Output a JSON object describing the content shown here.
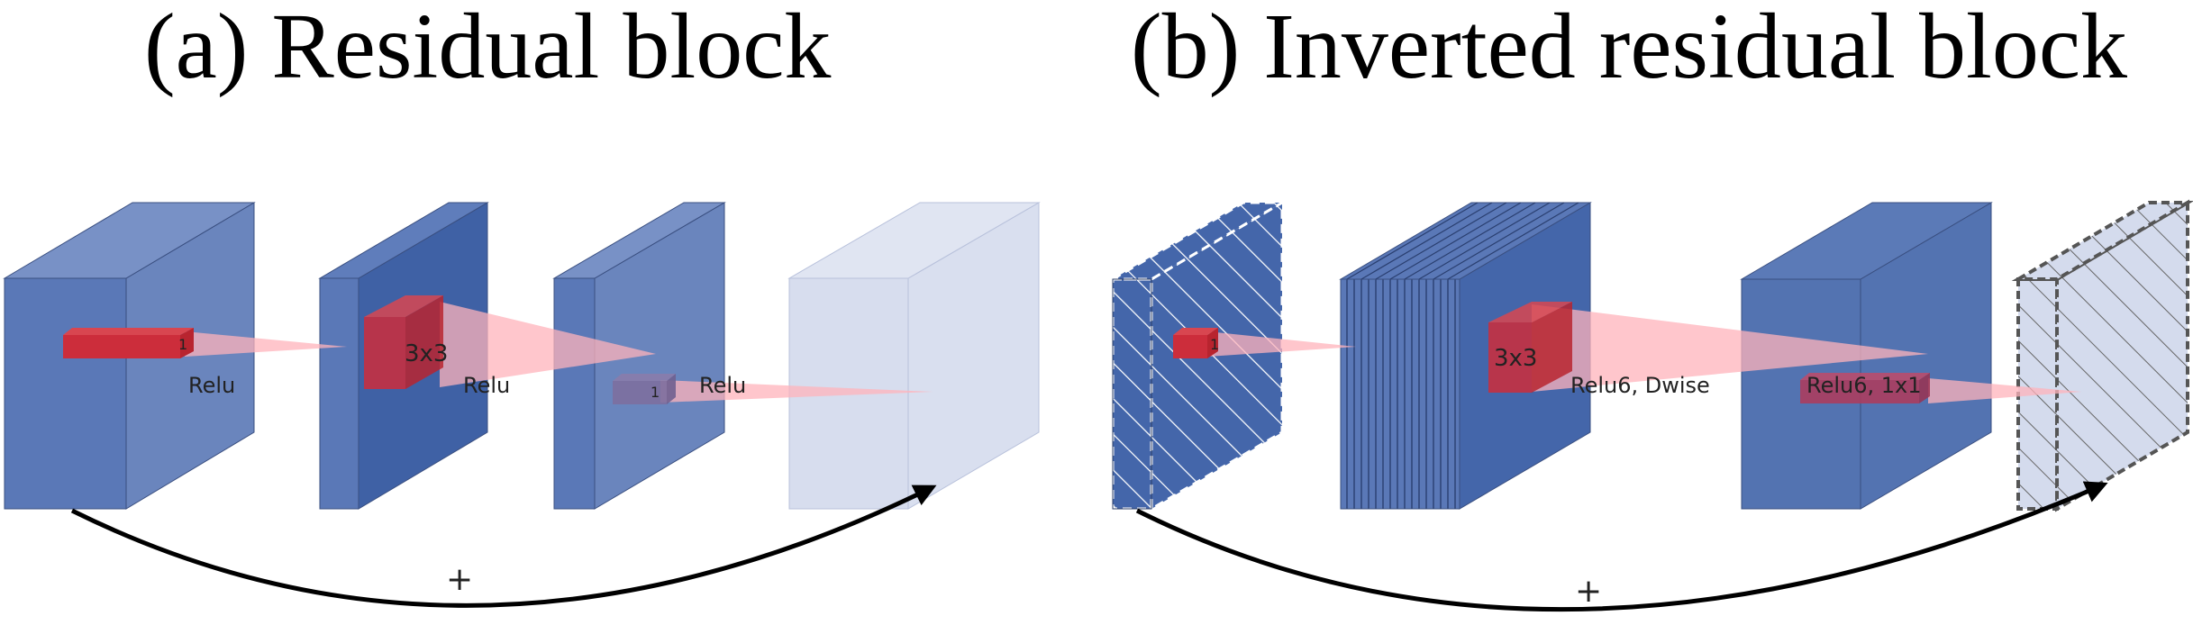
{
  "titles": {
    "a": "(a) Residual block",
    "b": "(b) Inverted residual block"
  },
  "labels": {
    "relu_1": "Relu",
    "relu_2": "Relu",
    "relu_3": "Relu",
    "conv_3x3_a": "3x3",
    "one_a1": "1",
    "one_a2": "1",
    "one_b": "1",
    "conv_3x3_b": "3x3",
    "relu6_dwise": "Relu6, Dwise",
    "relu6_1x1": "Relu6, 1x1",
    "plus_a": "+",
    "plus_b": "+"
  },
  "colors": {
    "block_front": "#5a78b7",
    "block_side": "#6a85bd",
    "block_top": "#7891c6",
    "block_dark": "#3f61a5",
    "block_light": "#d7ddee",
    "kernel_red": "#cc2d3b",
    "beam_pink": "#ffb3bb",
    "arrow": "#000000"
  }
}
